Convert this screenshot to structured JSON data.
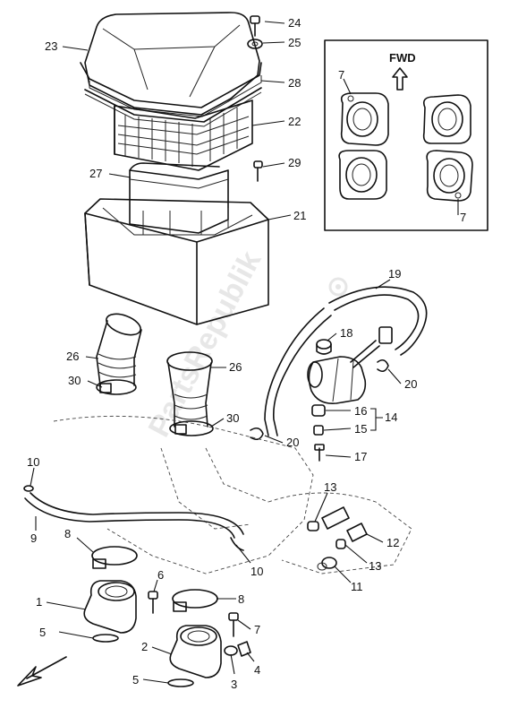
{
  "inset": {
    "direction_label": "FWD"
  },
  "watermark": "PartsRepublik",
  "callouts": {
    "c1": "1",
    "c2": "2",
    "c3": "3",
    "c4": "4",
    "c5a": "5",
    "c5b": "5",
    "c6": "6",
    "c7a": "7",
    "c7b": "7",
    "c7c": "7",
    "c8a": "8",
    "c8b": "8",
    "c9": "9",
    "c10a": "10",
    "c10b": "10",
    "c11": "11",
    "c12": "12",
    "c13a": "13",
    "c13b": "13",
    "c14": "14",
    "c15": "15",
    "c16": "16",
    "c17": "17",
    "c18": "18",
    "c19": "19",
    "c20a": "20",
    "c20b": "20",
    "c21": "21",
    "c22": "22",
    "c23": "23",
    "c24": "24",
    "c25": "25",
    "c26a": "26",
    "c26b": "26",
    "c27": "27",
    "c28": "28",
    "c29": "29",
    "c30a": "30",
    "c30b": "30"
  }
}
